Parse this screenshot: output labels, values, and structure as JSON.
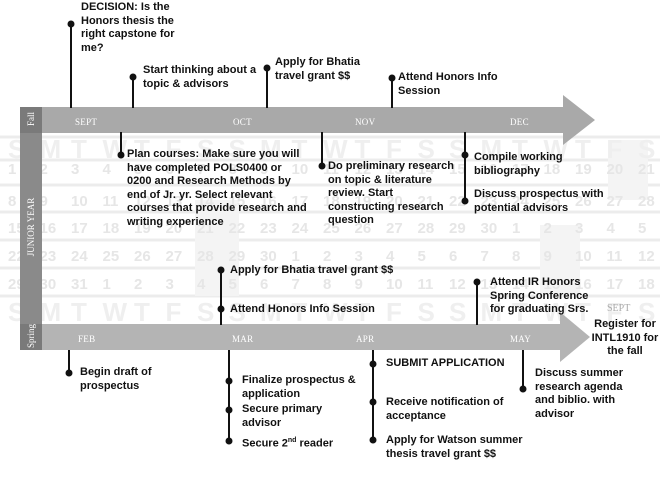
{
  "calendar": {
    "weekday_row_1": [
      "S",
      "M",
      "T",
      "W",
      "T",
      "F",
      "S",
      "S",
      "M",
      "T",
      "W",
      "T",
      "F",
      "S",
      "S",
      "M",
      "T",
      "W",
      "T",
      "F",
      "S"
    ],
    "weekday_row_2": [
      "S",
      "M",
      "T",
      "W",
      "T",
      "F",
      "S",
      "S",
      "M",
      "T",
      "W",
      "T",
      "F",
      "S",
      "S",
      "M",
      "T",
      "W",
      "T",
      "F",
      "S"
    ],
    "numbers_row_1": [
      "1",
      "2",
      "3",
      "4",
      "5",
      "6",
      "7",
      "8",
      "9",
      "10",
      "11",
      "12",
      "13",
      "14",
      "15",
      "16",
      "17",
      "18",
      "19",
      "20",
      "21"
    ],
    "numbers_row_2": [
      "8",
      "9",
      "10",
      "11",
      "12",
      "13",
      "14",
      "15",
      "16",
      "17",
      "18",
      "19",
      "20",
      "21",
      "22",
      "23",
      "24",
      "25",
      "26",
      "27",
      "28"
    ],
    "numbers_row_3": [
      "15",
      "16",
      "17",
      "18",
      "19",
      "20",
      "21",
      "22",
      "23",
      "24",
      "25",
      "26",
      "27",
      "28",
      "29",
      "30",
      "1",
      "2",
      "3",
      "4",
      "5"
    ],
    "numbers_row_4": [
      "22",
      "23",
      "24",
      "25",
      "26",
      "27",
      "28",
      "29",
      "30",
      "1",
      "2",
      "3",
      "4",
      "5",
      "6",
      "7",
      "8",
      "9",
      "10",
      "11",
      "12"
    ],
    "numbers_row_5": [
      "29",
      "30",
      "31",
      "1",
      "2",
      "3",
      "4",
      "5",
      "6",
      "7",
      "8",
      "9",
      "10",
      "11",
      "12",
      "13",
      "14",
      "15",
      "16",
      "17",
      "18"
    ]
  },
  "timeline": {
    "year_label": "JUNIOR YEAR",
    "fall": {
      "label": "Fall",
      "months": [
        "SEPT",
        "OCT",
        "NOV",
        "DEC"
      ]
    },
    "spring": {
      "label": "Spring",
      "months": [
        "FEB",
        "MAR",
        "APR",
        "MAY"
      ]
    },
    "next_sept": "SEPT"
  },
  "fall_above": [
    {
      "text": "DECISION: Is the Honors thesis the right capstone for me?"
    },
    {
      "text": "Start thinking about a topic & advisors"
    },
    {
      "text": "Apply for Bhatia travel grant $$"
    },
    {
      "text": "Attend Honors Info Session"
    }
  ],
  "fall_below": [
    {
      "text": "Plan courses: Make sure you will have completed POLS0400 or 0200 and Research Methods by end of Jr. yr. Select relevant courses that provide research and writing experience"
    },
    {
      "text": "Do preliminary research on topic & literature review. Start constructing research question"
    },
    {
      "text": "Compile working bibliography"
    },
    {
      "text": "Discuss prospectus with potential advisors"
    }
  ],
  "spring_above": [
    {
      "text": "Apply for Bhatia travel grant $$"
    },
    {
      "text": "Attend Honors Info Session"
    },
    {
      "text": "Attend IR Honors Spring Conference for graduating Srs."
    }
  ],
  "spring_below": [
    {
      "text": "Begin draft of prospectus"
    },
    {
      "text": "Finalize prospectus & application"
    },
    {
      "text": "Secure primary advisor"
    },
    {
      "text": "Secure 2",
      "sup": "nd",
      "tail": " reader"
    },
    {
      "text": "SUBMIT APPLICATION"
    },
    {
      "text": "Receive notification of acceptance"
    },
    {
      "text": "Apply for Watson summer thesis travel grant $$"
    },
    {
      "text": "Discuss summer research agenda and biblio. with advisor"
    }
  ],
  "sept_note": {
    "text": "Register for INTL1910 for the fall"
  },
  "colors": {
    "arrow": "#a9a9a9",
    "sidebar": "#777777",
    "dot": "#111111",
    "calendar": "#e6e6e6"
  }
}
